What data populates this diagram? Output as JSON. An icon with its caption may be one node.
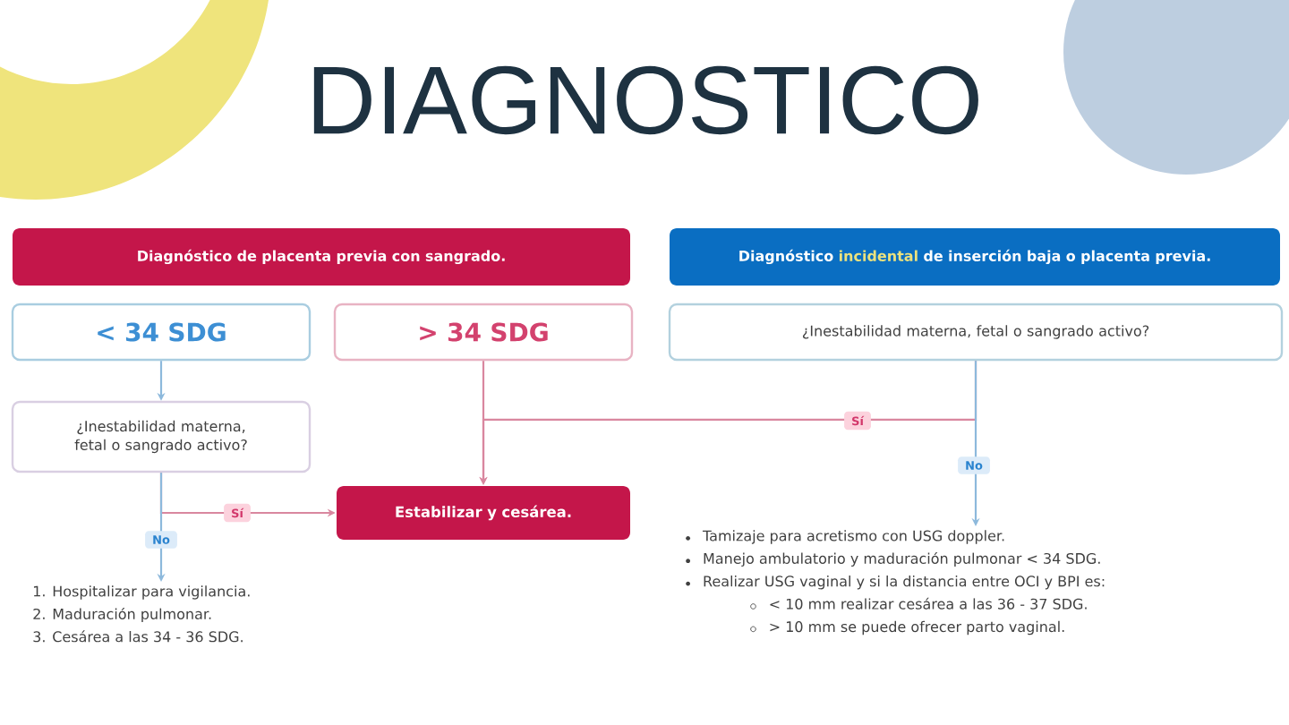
{
  "diagram": {
    "title": "DIAGNOSTICO",
    "nodes": [
      {
        "text": [
          "Diagnóstico de placenta previa con sangrado."
        ]
      },
      {
        "text": [
          "Diagnóstico **incidental** de inserción baja o placenta previa."
        ]
      },
      {
        "text": [
          "< 34 SDG"
        ]
      },
      {
        "text": [
          "> 34 SDG"
        ]
      },
      {
        "text": [
          "¿Inestabilidad materna, fetal o sangrado activo?"
        ]
      },
      {
        "text": [
          "¿Inestabilidad materna, fetal o sangrado activo?"
        ]
      },
      {
        "text": [
          "Estabilizar y cesárea."
        ]
      },
      {
        "text": [
          "1. Hospitalizar para vigilancia.",
          "2. Maduración pulmonar.",
          "3. Cesárea a las 34 - 36 SDG."
        ]
      },
      {
        "text": [
          "Tamizaje para acretismo con USG doppler.",
          "Manejo ambulatorio y maduración pulmonar < 34 SDG.",
          "Realizar USG vaginal y si la distancia entre OCI y BPI es:",
          "< 10 mm realizar cesárea a las 36 - 37 SDG.",
          "> 10 mm se puede ofrecer parto vaginal."
        ]
      }
    ],
    "edges": [
      {
        "from": 2,
        "to": 5,
        "arrow": "to",
        "color": "#8db9dc"
      },
      {
        "from": 5,
        "to": 6,
        "arrow": "to",
        "label": "Sí",
        "color": "#d9879f"
      },
      {
        "from": 5,
        "to": 7,
        "arrow": "to",
        "label": "No",
        "color": "#8db9dc"
      },
      {
        "from": 3,
        "to": 6,
        "arrow": "to",
        "color": "#d9879f"
      },
      {
        "from": 4,
        "to": 6,
        "arrow": "to",
        "label": "Sí",
        "color": "#d9879f"
      },
      {
        "from": 4,
        "to": 8,
        "arrow": "to",
        "label": "No",
        "color": "#8db9dc"
      }
    ]
  }
}
